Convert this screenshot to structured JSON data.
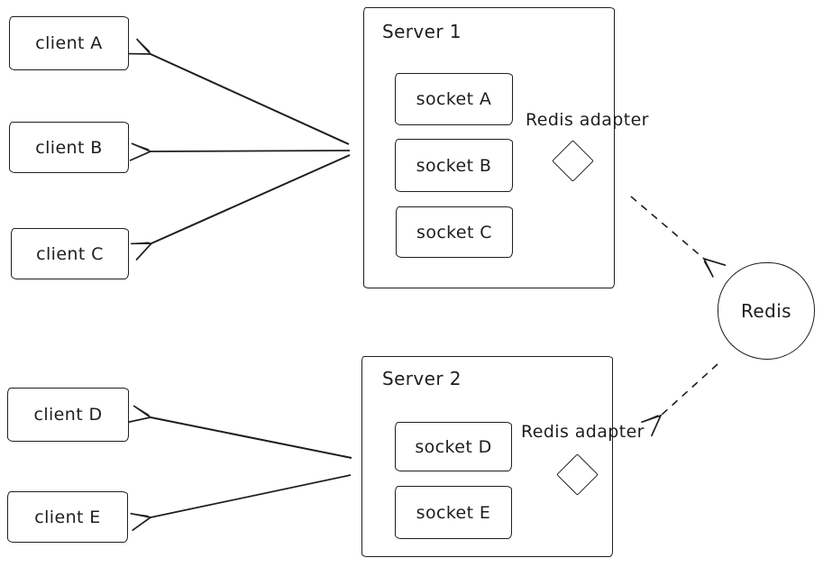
{
  "diagram": {
    "background": "#ffffff",
    "stroke_color": "#1e1e1e",
    "clients": [
      {
        "label": "client A"
      },
      {
        "label": "client B"
      },
      {
        "label": "client C"
      },
      {
        "label": "client D"
      },
      {
        "label": "client E"
      }
    ],
    "servers": [
      {
        "title": "Server 1",
        "adapter_label": "Redis adapter",
        "adapter_shape": "diamond",
        "sockets": [
          {
            "label": "socket A"
          },
          {
            "label": "socket B"
          },
          {
            "label": "socket C"
          }
        ]
      },
      {
        "title": "Server 2",
        "adapter_label": "Redis adapter",
        "adapter_shape": "diamond",
        "sockets": [
          {
            "label": "socket D"
          },
          {
            "label": "socket E"
          }
        ]
      }
    ],
    "redis": {
      "label": "Redis",
      "shape": "circle"
    },
    "connections": [
      {
        "from": "Server 1",
        "to": "client A",
        "style": "solid-arrow"
      },
      {
        "from": "Server 1",
        "to": "client B",
        "style": "solid-arrow"
      },
      {
        "from": "Server 1",
        "to": "client C",
        "style": "solid-arrow"
      },
      {
        "from": "Server 2",
        "to": "client D",
        "style": "solid-arrow"
      },
      {
        "from": "Server 2",
        "to": "client E",
        "style": "solid-arrow"
      },
      {
        "from": "Server 1 Redis adapter",
        "to": "Redis",
        "style": "dashed-arrow"
      },
      {
        "from": "Redis",
        "to": "Server 2 Redis adapter",
        "style": "dashed-arrow"
      }
    ]
  }
}
